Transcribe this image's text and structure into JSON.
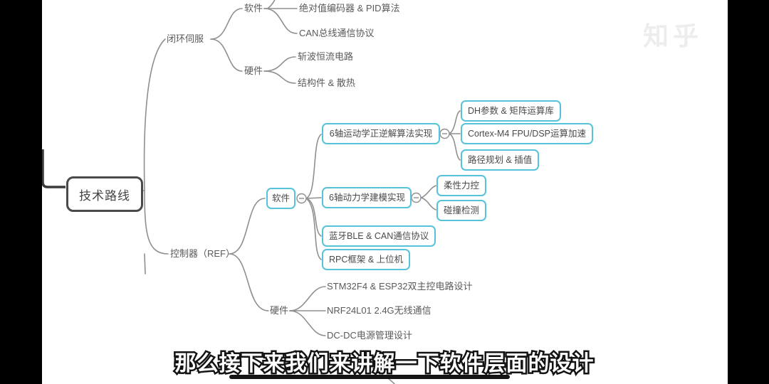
{
  "watermark": {
    "label": "知乎"
  },
  "subtitle": {
    "text": "那么接下来我们来讲解一下软件层面的设计"
  },
  "colors": {
    "node_accent": "#56c3da",
    "root_border": "#4a4a4a",
    "connector": "#8f8f8f",
    "subtitle_fill": "#ffffff",
    "subtitle_outline": "#141414"
  },
  "mindmap": {
    "root": {
      "label": "技术路线"
    },
    "servo": {
      "label": "闭环伺服",
      "software": {
        "label": "软件",
        "children": [
          "绝对值编码器 & PID算法",
          "CAN总线通信协议"
        ]
      },
      "hardware": {
        "label": "硬件",
        "children": [
          "斩波恒流电路",
          "结构件 & 散热"
        ]
      }
    },
    "controller": {
      "label": "控制器（REF）",
      "software": {
        "label": "软件",
        "kinematics": {
          "label": "6轴运动学正逆解算法实现",
          "children": [
            "DH参数 & 矩阵运算库",
            "Cortex-M4 FPU/DSP运算加速",
            "路径规划 & 插值"
          ]
        },
        "dynamics": {
          "label": "6轴动力学建模实现",
          "children": [
            "柔性力控",
            "碰撞检测"
          ]
        },
        "comm": {
          "label": "蓝牙BLE & CAN通信协议"
        },
        "rpc": {
          "label": "RPC框架 & 上位机"
        }
      },
      "hardware": {
        "label": "硬件",
        "children": [
          "STM32F4 & ESP32双主控电路设计",
          "NRF24L01 2.4G无线通信",
          "DC-DC电源管理设计"
        ]
      }
    }
  }
}
